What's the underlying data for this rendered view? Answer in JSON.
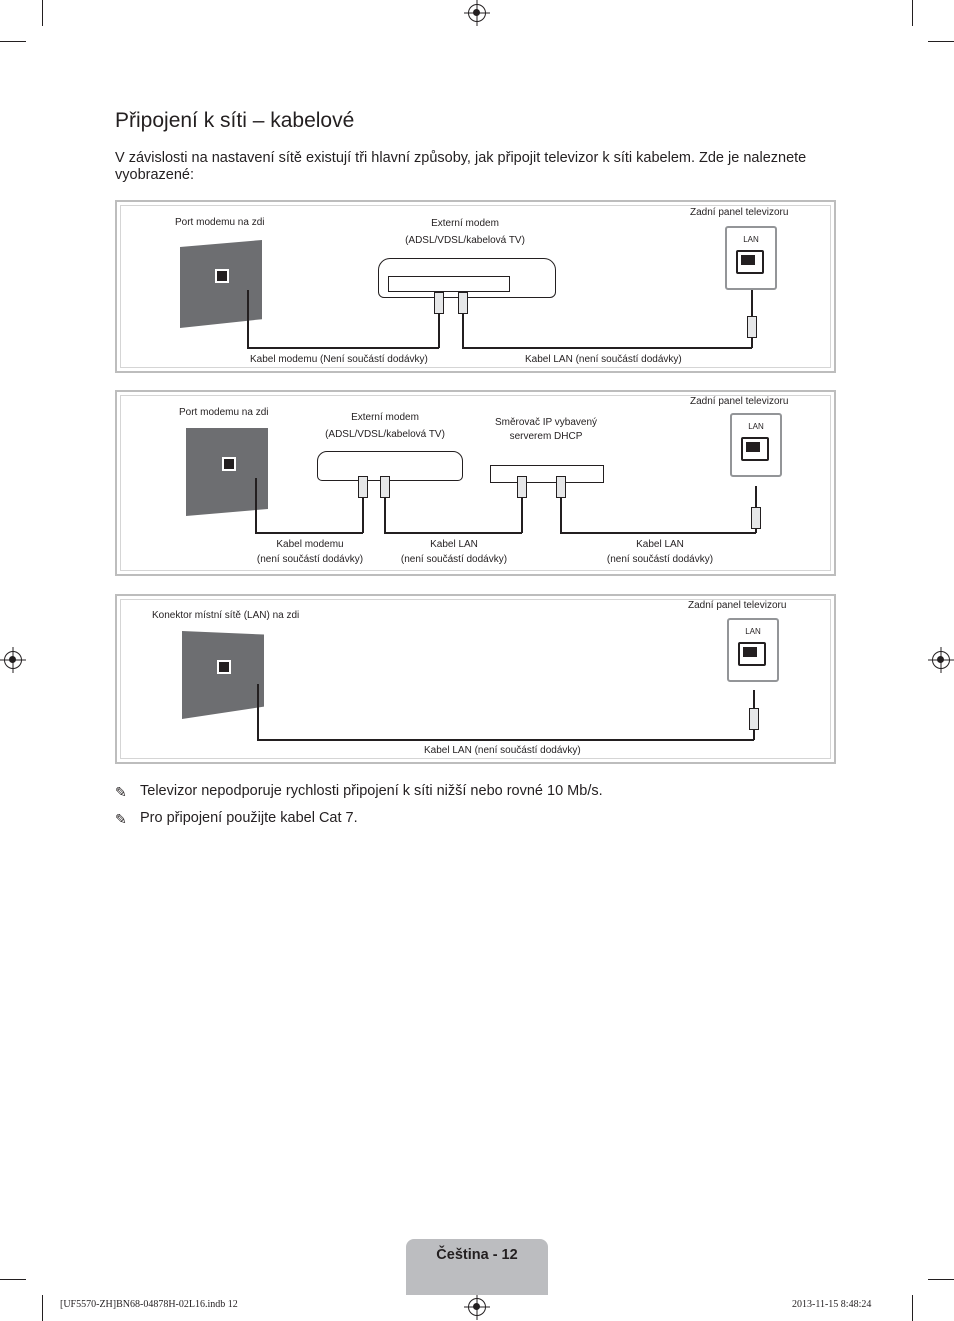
{
  "title": "Připojení k síti – kabelové",
  "intro": "V závislosti na nastavení sítě existují tři hlavní způsoby, jak připojit televizor k síti kabelem. Zde je naleznete vyobrazené:",
  "panel1": {
    "wall_label": "Port modemu na zdi",
    "modem_label_1": "Externí modem",
    "modem_label_2": "(ADSL/VDSL/kabelová TV)",
    "tv_label": "Zadní panel televizoru",
    "lan_text": "LAN",
    "cable1": "Kabel modemu (Není součástí dodávky)",
    "cable2": "Kabel LAN (není součástí dodávky)"
  },
  "panel2": {
    "wall_label": "Port modemu na zdi",
    "modem_label_1": "Externí modem",
    "modem_label_2": "(ADSL/VDSL/kabelová TV)",
    "router_label_1": "Směrovač IP vybavený",
    "router_label_2": "serverem DHCP",
    "tv_label": "Zadní panel televizoru",
    "lan_text": "LAN",
    "cable1_1": "Kabel modemu",
    "cable1_2": "(není součástí dodávky)",
    "cable2_1": "Kabel LAN",
    "cable2_2": "(není součástí dodávky)",
    "cable3_1": "Kabel LAN",
    "cable3_2": "(není součástí dodávky)"
  },
  "panel3": {
    "wall_label": "Konektor místní sítě (LAN) na zdi",
    "tv_label": "Zadní panel televizoru",
    "lan_text": "LAN",
    "cable": "Kabel LAN (není součástí dodávky)"
  },
  "notes": [
    "Televizor nepodporuje rychlosti připojení k síti nižší nebo rovné 10 Mb/s.",
    "Pro připojení použijte kabel Cat 7."
  ],
  "note_icon": "pencil-note-icon",
  "footer": {
    "page_label": "Čeština - 12",
    "file": "[UF5570-ZH]BN68-04878H-02L16.indb   12",
    "timestamp": "2013-11-15   8:48:24"
  }
}
